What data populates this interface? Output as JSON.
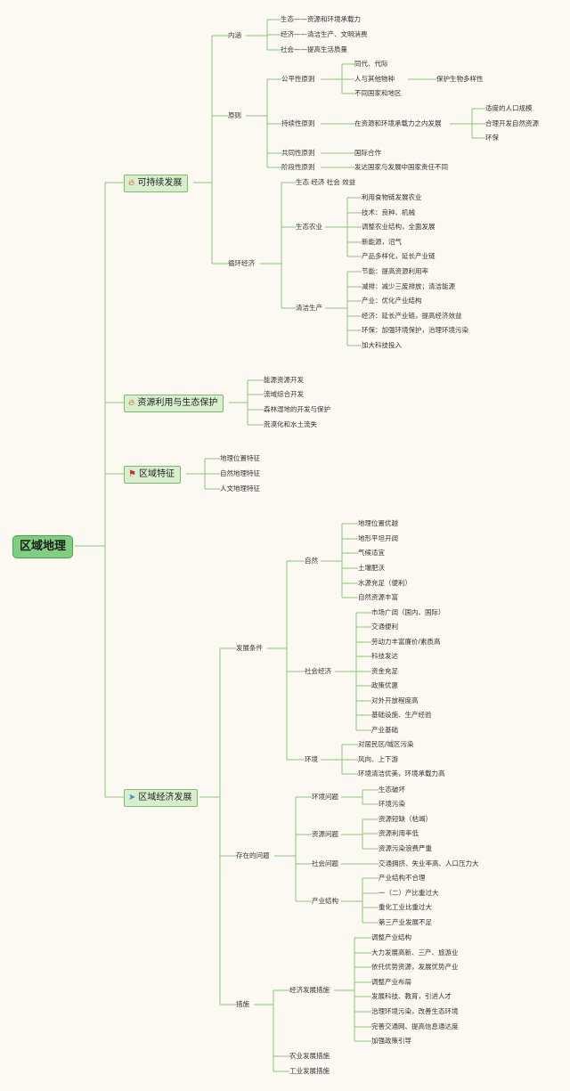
{
  "root": "区域地理",
  "icons": {
    "flame": "fire-icon",
    "flag": "flag-icon",
    "plane": "paper-plane-icon"
  },
  "colors": {
    "line": "#8cc47e",
    "root_bg": "#7ed07e",
    "main_bg": "#d8efce",
    "background": "#fcf9f2"
  },
  "branches": {
    "sustainable": {
      "label": "可持续发展",
      "neihan": {
        "label": "内涵",
        "items": [
          "生态——资源和环境承载力",
          "经济——清洁生产、文明消费",
          "社会——提高生活质量"
        ]
      },
      "yuanze": {
        "label": "原则",
        "gongping": {
          "label": "公平性原则",
          "items": [
            "同代、代际",
            "人与其他物种",
            "不同国家和地区"
          ],
          "species_child": "保护生物多样性"
        },
        "chixu": {
          "label": "持续性原则",
          "child": "在资源和环境承载力之内发展",
          "items": [
            "适度的人口规模",
            "合理开发自然资源",
            "环保"
          ]
        },
        "gongtong": {
          "label": "共同性原则",
          "child": "国际合作"
        },
        "jieduan": {
          "label": "阶段性原则",
          "child": "发达国家与发展中国家责任不同"
        }
      },
      "xunhuan": {
        "label": "循环经济",
        "first": "生态 经济 社会 效益",
        "shengtai": {
          "label": "生态农业",
          "items": [
            "利用食物链发展农业",
            "技术：良种、机械",
            "调整农业结构，全面发展",
            "新能源，沼气",
            "产品多样化，延长产业链"
          ]
        },
        "qingjie": {
          "label": "清洁生产",
          "items": [
            "节能：提高资源利用率",
            "减排：减少三废排放；清洁能源",
            "产业：优化产业结构",
            "经济：延长产业链，提高经济效益",
            "环保：加强环境保护，治理环境污染",
            "加大科技投入"
          ]
        }
      }
    },
    "resources": {
      "label": "资源利用与生态保护",
      "items": [
        "能源资源开发",
        "流域综合开发",
        "森林湿地的开发与保护",
        "荒漠化和水土流失"
      ]
    },
    "features": {
      "label": "区域特征",
      "items": [
        "地理位置特征",
        "自然地理特征",
        "人文地理特征"
      ]
    },
    "economy": {
      "label": "区域经济发展",
      "conditions": {
        "label": "发展条件",
        "natural": {
          "label": "自然",
          "items": [
            "地理位置优越",
            "地形平坦开阔",
            "气候适宜",
            "土壤肥沃",
            "水源充足（便利）",
            "自然资源丰富"
          ]
        },
        "social": {
          "label": "社会经济",
          "items": [
            "市场广阔（国内、国际）",
            "交通便利",
            "劳动力丰富廉价/素质高",
            "科技发达",
            "资金充足",
            "政策优惠",
            "对外开放程度高",
            "基础设施、生产经验",
            "产业基础"
          ]
        },
        "env": {
          "label": "环境",
          "items": [
            "对居民区/城区污染",
            "风向、上下游",
            "环境清洁优美，环境承载力高"
          ]
        }
      },
      "problems": {
        "label": "存在的问题",
        "env": {
          "label": "环境问题",
          "items": [
            "生态破坏",
            "环境污染"
          ]
        },
        "resource": {
          "label": "资源问题",
          "items": [
            "资源短缺（枯竭）",
            "资源利用率低",
            "资源污染浪费严重"
          ]
        },
        "social": {
          "label": "社会问题",
          "child": "交通拥挤、失业率高、人口压力大"
        },
        "industry": {
          "label": "产业结构",
          "items": [
            "产业结构不合理",
            "一（二）产比重过大",
            "重化工业比重过大",
            "第三产业发展不足"
          ]
        }
      },
      "measures": {
        "label": "措施",
        "econ": {
          "label": "经济发展措施",
          "items": [
            "调整产业结构",
            "大力发展高新、三产、旅游业",
            "依托优势资源，发展优势产业",
            "调整产业布局",
            "发展科技、教育，引进人才",
            "治理环境污染，改善生态环境",
            "完善交通网、提高信息通达度",
            "加强政策引导"
          ]
        },
        "agri": "农业发展措施",
        "ind": "工业发展措施"
      }
    }
  }
}
